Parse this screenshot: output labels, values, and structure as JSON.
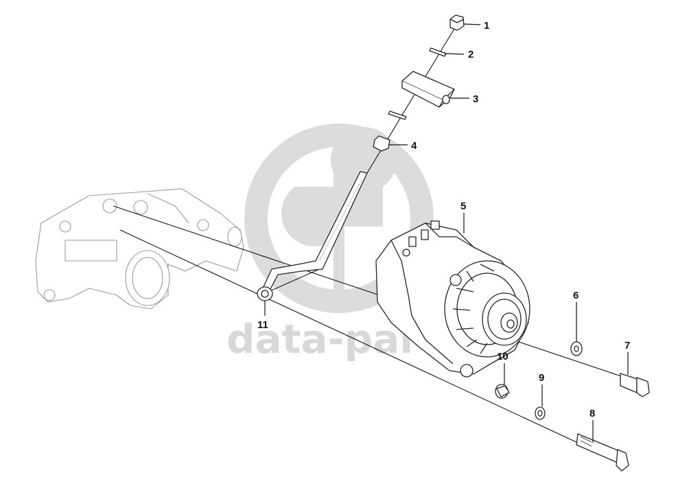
{
  "watermark": {
    "text": "data-parts",
    "color": "#d9d9d9"
  },
  "callouts": [
    {
      "id": "1",
      "label": "1"
    },
    {
      "id": "2",
      "label": "2"
    },
    {
      "id": "3",
      "label": "3"
    },
    {
      "id": "4",
      "label": "4"
    },
    {
      "id": "5",
      "label": "5"
    },
    {
      "id": "6",
      "label": "6"
    },
    {
      "id": "7",
      "label": "7"
    },
    {
      "id": "8",
      "label": "8"
    },
    {
      "id": "9",
      "label": "9"
    },
    {
      "id": "10",
      "label": "10"
    },
    {
      "id": "11",
      "label": "11"
    }
  ]
}
